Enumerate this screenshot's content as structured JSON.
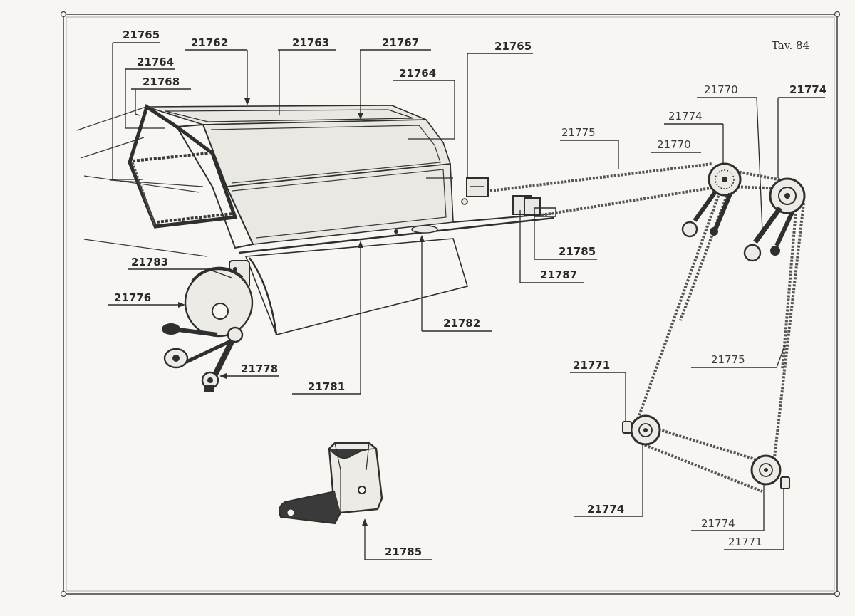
{
  "sheet": {
    "title": "Tav. 84"
  },
  "parts": [
    {
      "id": "p21765a",
      "number": "21765"
    },
    {
      "id": "p21764a",
      "number": "21764"
    },
    {
      "id": "p21768",
      "number": "21768"
    },
    {
      "id": "p21762",
      "number": "21762"
    },
    {
      "id": "p21763",
      "number": "21763"
    },
    {
      "id": "p21767",
      "number": "21767"
    },
    {
      "id": "p21765b",
      "number": "21765"
    },
    {
      "id": "p21764b",
      "number": "21764"
    },
    {
      "id": "p21770a",
      "number": "21770"
    },
    {
      "id": "p21774a",
      "number": "21774"
    },
    {
      "id": "p21774b",
      "number": "21774"
    },
    {
      "id": "p21775a",
      "number": "21775"
    },
    {
      "id": "p21770b",
      "number": "21770"
    },
    {
      "id": "p21785a",
      "number": "21785"
    },
    {
      "id": "p21787",
      "number": "21787"
    },
    {
      "id": "p21783",
      "number": "21783"
    },
    {
      "id": "p21776",
      "number": "21776"
    },
    {
      "id": "p21782",
      "number": "21782"
    },
    {
      "id": "p21778",
      "number": "21778"
    },
    {
      "id": "p21781",
      "number": "21781"
    },
    {
      "id": "p21775b",
      "number": "21775"
    },
    {
      "id": "p21771a",
      "number": "21771"
    },
    {
      "id": "p21774c",
      "number": "21774"
    },
    {
      "id": "p21774d",
      "number": "21774"
    },
    {
      "id": "p21771b",
      "number": "21771"
    },
    {
      "id": "p21785b",
      "number": "21785"
    }
  ]
}
